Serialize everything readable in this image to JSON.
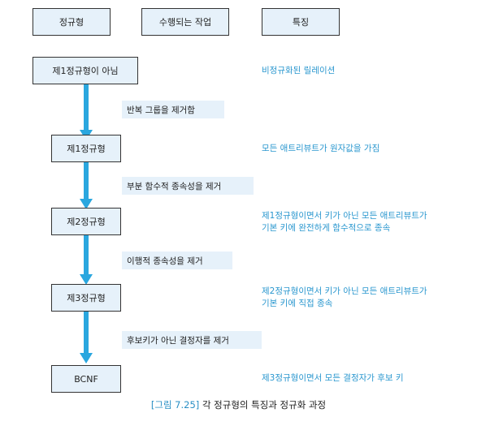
{
  "headers": [
    "정규형",
    "수행되는 작업",
    "특징"
  ],
  "stages": [
    {
      "label": "제1정규형이 아님",
      "feature": [
        "비정규화된 릴레이션"
      ]
    },
    {
      "label": "제1정규형",
      "feature": [
        "모든 애트리뷰트가 원자값을 가짐"
      ]
    },
    {
      "label": "제2정규형",
      "feature": [
        "제1정규형이면서 키가 아닌 모든 애트리뷰트가",
        "기본 키에 완전하게 함수적으로 종속"
      ]
    },
    {
      "label": "제3정규형",
      "feature": [
        "제2정규형이면서 키가 아닌 모든 애트리뷰트가",
        "기본 키에 직접 종속"
      ]
    },
    {
      "label": "BCNF",
      "feature": [
        "제3정규형이면서 모든 결정자가 후보 키"
      ]
    }
  ],
  "actions": [
    "반복 그룹을 제거함",
    "부분 함수적 종속성을 제거",
    "이행적 종속성을 제거",
    "후보키가 아닌 결정자를 제거"
  ],
  "caption": {
    "number": "[그림 7.25]",
    "text": "각 정규형의 특징과 정규화 과정"
  },
  "colors": {
    "box_fill": "#e6f1fa",
    "arrow": "#2aa7df",
    "feature_text": "#2a97cf"
  }
}
